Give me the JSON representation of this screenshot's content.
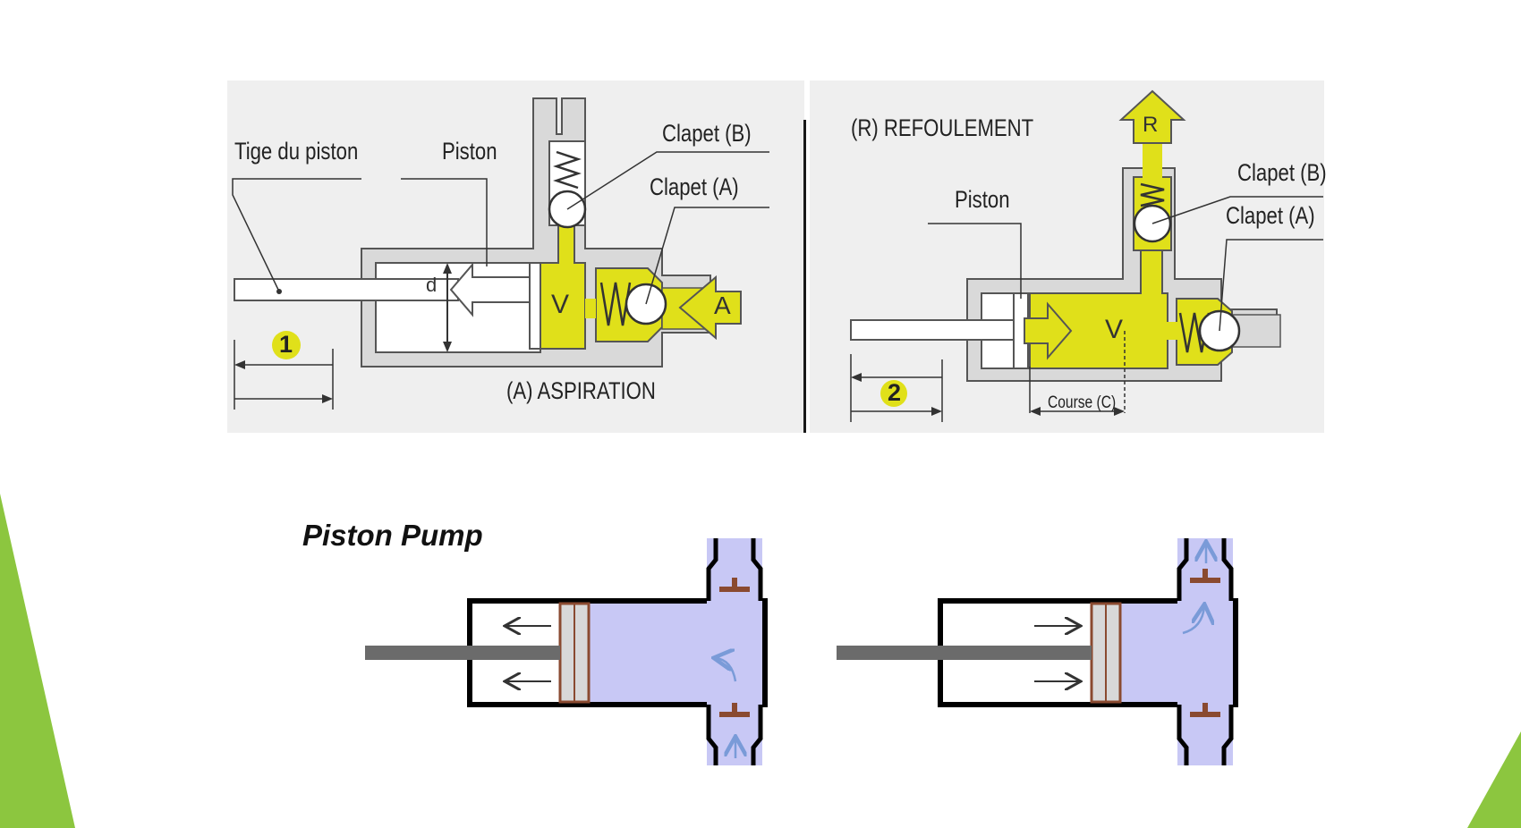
{
  "top_left": {
    "labels": {
      "rod": "Tige du piston",
      "piston": "Piston",
      "valve_b": "Clapet (B)",
      "valve_a": "Clapet (A)",
      "phase": "(A) ASPIRATION",
      "step": "1",
      "diameter": "d",
      "volume": "V",
      "inlet": "A"
    }
  },
  "top_right": {
    "labels": {
      "phase": "(R) REFOULEMENT",
      "piston": "Piston",
      "valve_b": "Clapet (B)",
      "valve_a": "Clapet (A)",
      "step": "2",
      "stroke": "Course (C)",
      "volume": "V",
      "outlet": "R"
    }
  },
  "bottom": {
    "title": "Piston Pump"
  },
  "colors": {
    "fluid_yellow": "#e0e01a",
    "body_gray": "#d9d9d9",
    "pump_blue": "#c8c8f5",
    "arrow_blue": "#7a9bd8",
    "valve_brown": "#8a4a30",
    "accent_green": "#8cc63f"
  }
}
